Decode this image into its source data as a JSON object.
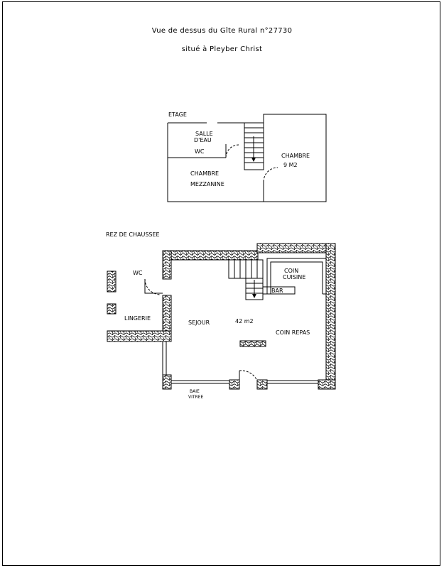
{
  "header": {
    "title": "Vue de dessus du Gîte Rural n°27730",
    "subtitle": "situé à Pleyber Christ"
  },
  "upper_floor": {
    "label": "ETAGE",
    "rooms": {
      "salle": "SALLE",
      "deau": "D'EAU",
      "wc": "WC",
      "chambre_mezz_1": "CHAMBRE",
      "chambre_mezz_2": "MEZZANINE",
      "chambre": "CHAMBRE",
      "chambre_area": "9 M2"
    }
  },
  "ground_floor": {
    "label": "REZ DE CHAUSSEE",
    "rooms": {
      "wc": "WC",
      "lingerie": "LINGERIE",
      "sejour": "SEJOUR",
      "area": "42 m2",
      "coin_cuisine_1": "COIN",
      "coin_cuisine_2": "CUISINE",
      "bar": "BAR",
      "coin_repas": "COIN REPAS",
      "baie": "BAIE",
      "vitree": "VITREE"
    }
  }
}
